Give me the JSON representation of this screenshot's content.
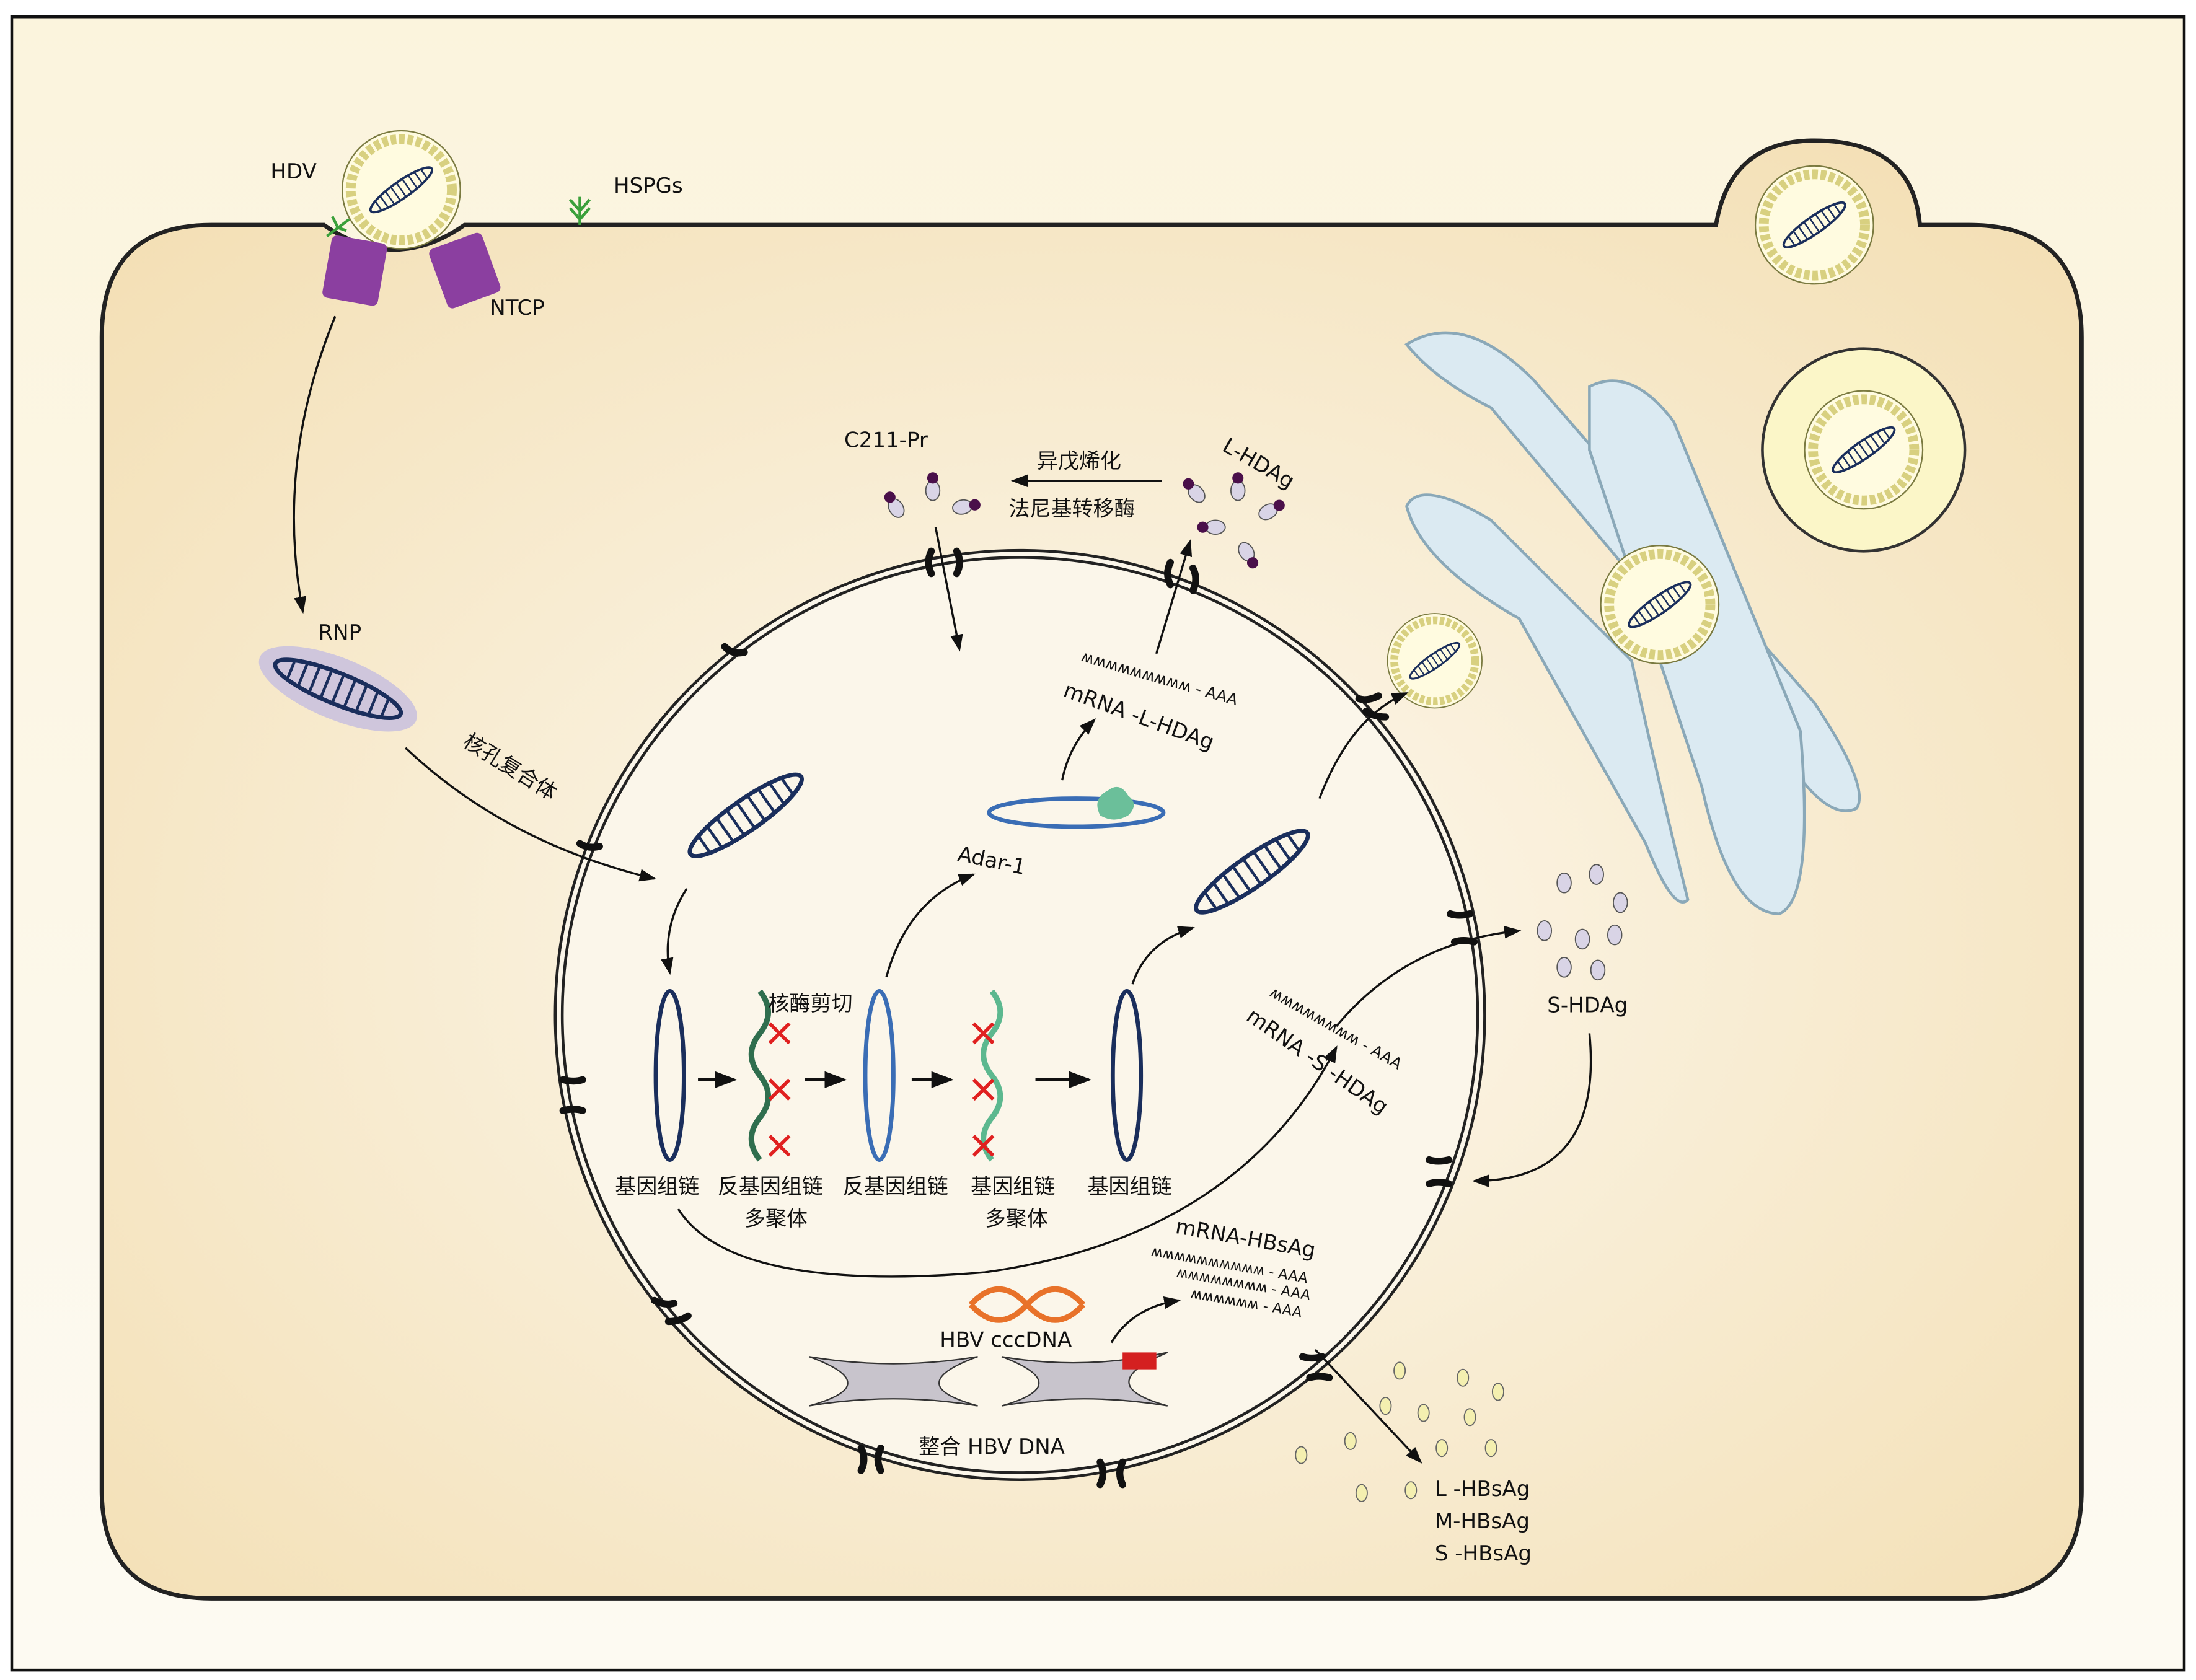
{
  "labels": {
    "hdv": "HDV",
    "hspgs": "HSPGs",
    "ntcp": "NTCP",
    "rnp": "RNP",
    "npc": "核孔复合体",
    "c211": "C211-Pr",
    "prenylation": "异戊烯化",
    "farnesyl": "法尼基转移酶",
    "lhdag": "L-HDAg",
    "mrna_l_wave": "ʍʍʍʍʍʍʍʍʍ - AAA",
    "mrna_l": "mRNA -L-HDAg",
    "adar": "Adar-1",
    "ribozyme": "核酶剪切",
    "genome1": "基因组链",
    "antigenome_multi_1": "反基因组链",
    "antigenome_multi_2": "多聚体",
    "antigenome": "反基因组链",
    "genome_multi_1": "基因组链",
    "genome_multi_2": "多聚体",
    "genome2": "基因组链",
    "mrna_s_wave": "ʍʍʍʍʍʍʍʍ - AAA",
    "mrna_s": "mRNA -S -HDAg",
    "shdag": "S-HDAg",
    "mrna_hbsag": "mRNA-HBsAg",
    "hbsag_wave1": "ʍʍʍʍʍʍʍʍʍʍ - AAA",
    "hbsag_wave2": "ʍʍʍʍʍʍʍʍ - AAA",
    "hbsag_wave3": "ʍʍʍʍʍʍ - AAA",
    "cccdna": "HBV cccDNA",
    "integrated": "整合 HBV DNA",
    "l_hbsag": "L -HBsAg",
    "m_hbsag": "M-HBsAg",
    "s_hbsag": "S -HBsAg"
  },
  "colors": {
    "cytoplasm": "#f5e3bd",
    "nucleoplasm": "#fbf6ea",
    "ntcp": "#8b3fa0",
    "genome": "#1a2e5c",
    "antigenome": "#3a6db5",
    "antigenome_multimer": "#2f6e4e",
    "genome_multimer": "#5cb88f",
    "cleavage": "#e02020",
    "er": "#dbeaf2",
    "hdag_dark": "#4a0f4a",
    "hdag_light": "#d9d4e6"
  }
}
